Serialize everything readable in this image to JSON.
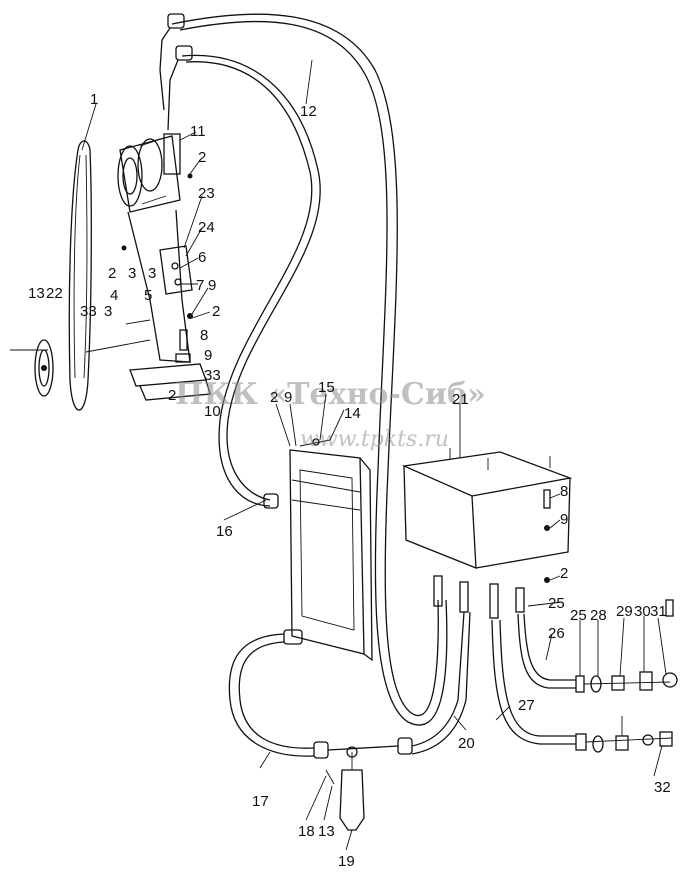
{
  "watermark": {
    "title": "ПКК «Техно-Сиб»",
    "url": "www.tpkts.ru"
  },
  "labels": {
    "p1": "1",
    "p2a": "2",
    "p2b": "2",
    "p2c": "2",
    "p2d": "2",
    "p2e": "2",
    "p2f": "2",
    "p3a": "3",
    "p3b": "3",
    "p4": "4",
    "p5": "5",
    "p6": "6",
    "p7": "7",
    "p8a": "8",
    "p8b": "8",
    "p9a": "9",
    "p9b": "9",
    "p9c": "9",
    "p9d": "9",
    "p10": "10",
    "p11": "11",
    "p12": "12",
    "p13a": "13",
    "p13b": "13",
    "p14": "14",
    "p15": "15",
    "p16": "16",
    "p17": "17",
    "p18": "18",
    "p19": "19",
    "p20": "20",
    "p21": "21",
    "p22": "22",
    "p23": "23",
    "p24": "24",
    "p25a": "25",
    "p25b": "25",
    "p26": "26",
    "p27": "27",
    "p28": "28",
    "p29": "29",
    "p30": "30",
    "p31": "31",
    "p32": "32",
    "p33a": "33",
    "p33b": "33"
  }
}
